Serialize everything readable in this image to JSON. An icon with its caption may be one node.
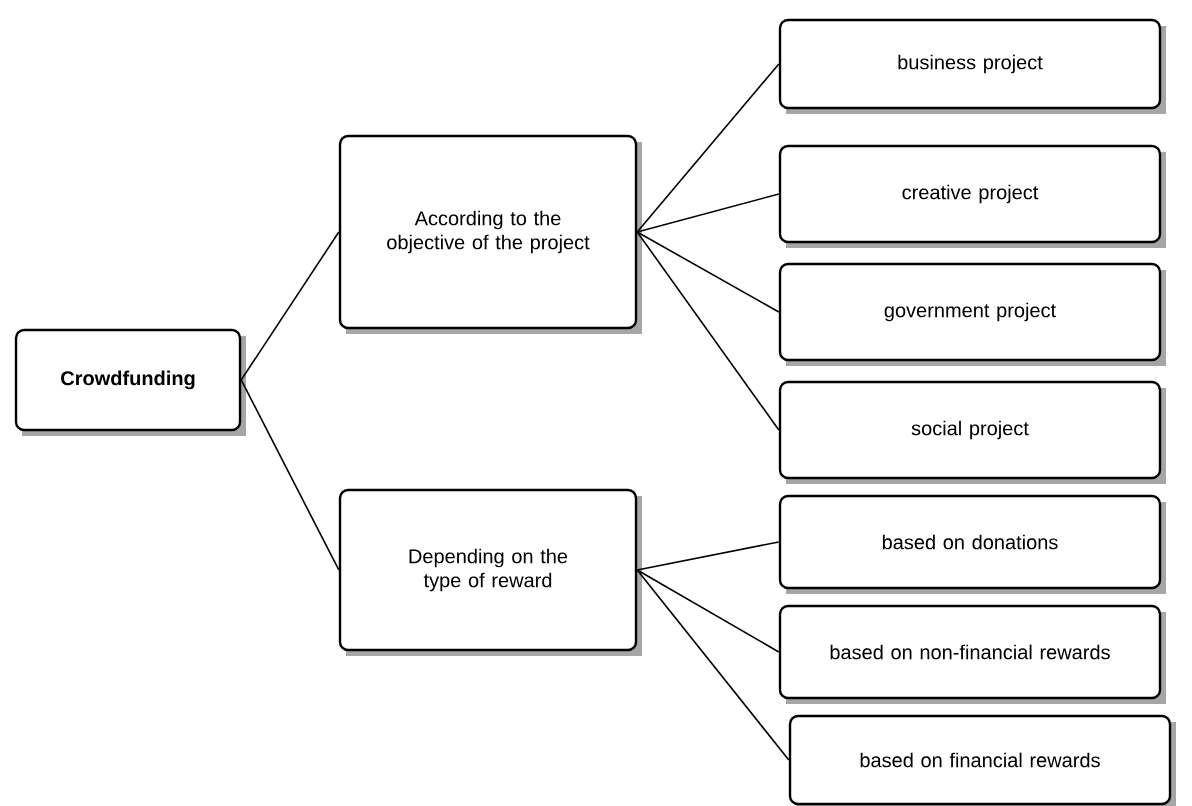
{
  "diagram": {
    "nodes": [
      {
        "text": [
          "Crowdfunding"
        ]
      },
      {
        "text": [
          "According to the objective of the project"
        ]
      },
      {
        "text": [
          "Depending on the type of reward"
        ]
      },
      {
        "text": [
          "business project"
        ]
      },
      {
        "text": [
          "creative project"
        ]
      },
      {
        "text": [
          "government project"
        ]
      },
      {
        "text": [
          "social project"
        ]
      },
      {
        "text": [
          "based on donations"
        ]
      },
      {
        "text": [
          "based on non-financial rewards"
        ]
      },
      {
        "text": [
          "based on financial rewards"
        ]
      }
    ],
    "edges": [
      {
        "from": 0,
        "to": 1,
        "arrow": "none"
      },
      {
        "from": 0,
        "to": 2,
        "arrow": "none"
      },
      {
        "from": 1,
        "to": 3,
        "arrow": "none"
      },
      {
        "from": 1,
        "to": 4,
        "arrow": "none"
      },
      {
        "from": 1,
        "to": 5,
        "arrow": "none"
      },
      {
        "from": 1,
        "to": 6,
        "arrow": "none"
      },
      {
        "from": 2,
        "to": 7,
        "arrow": "none"
      },
      {
        "from": 2,
        "to": 8,
        "arrow": "none"
      },
      {
        "from": 2,
        "to": 9,
        "arrow": "none"
      }
    ]
  }
}
